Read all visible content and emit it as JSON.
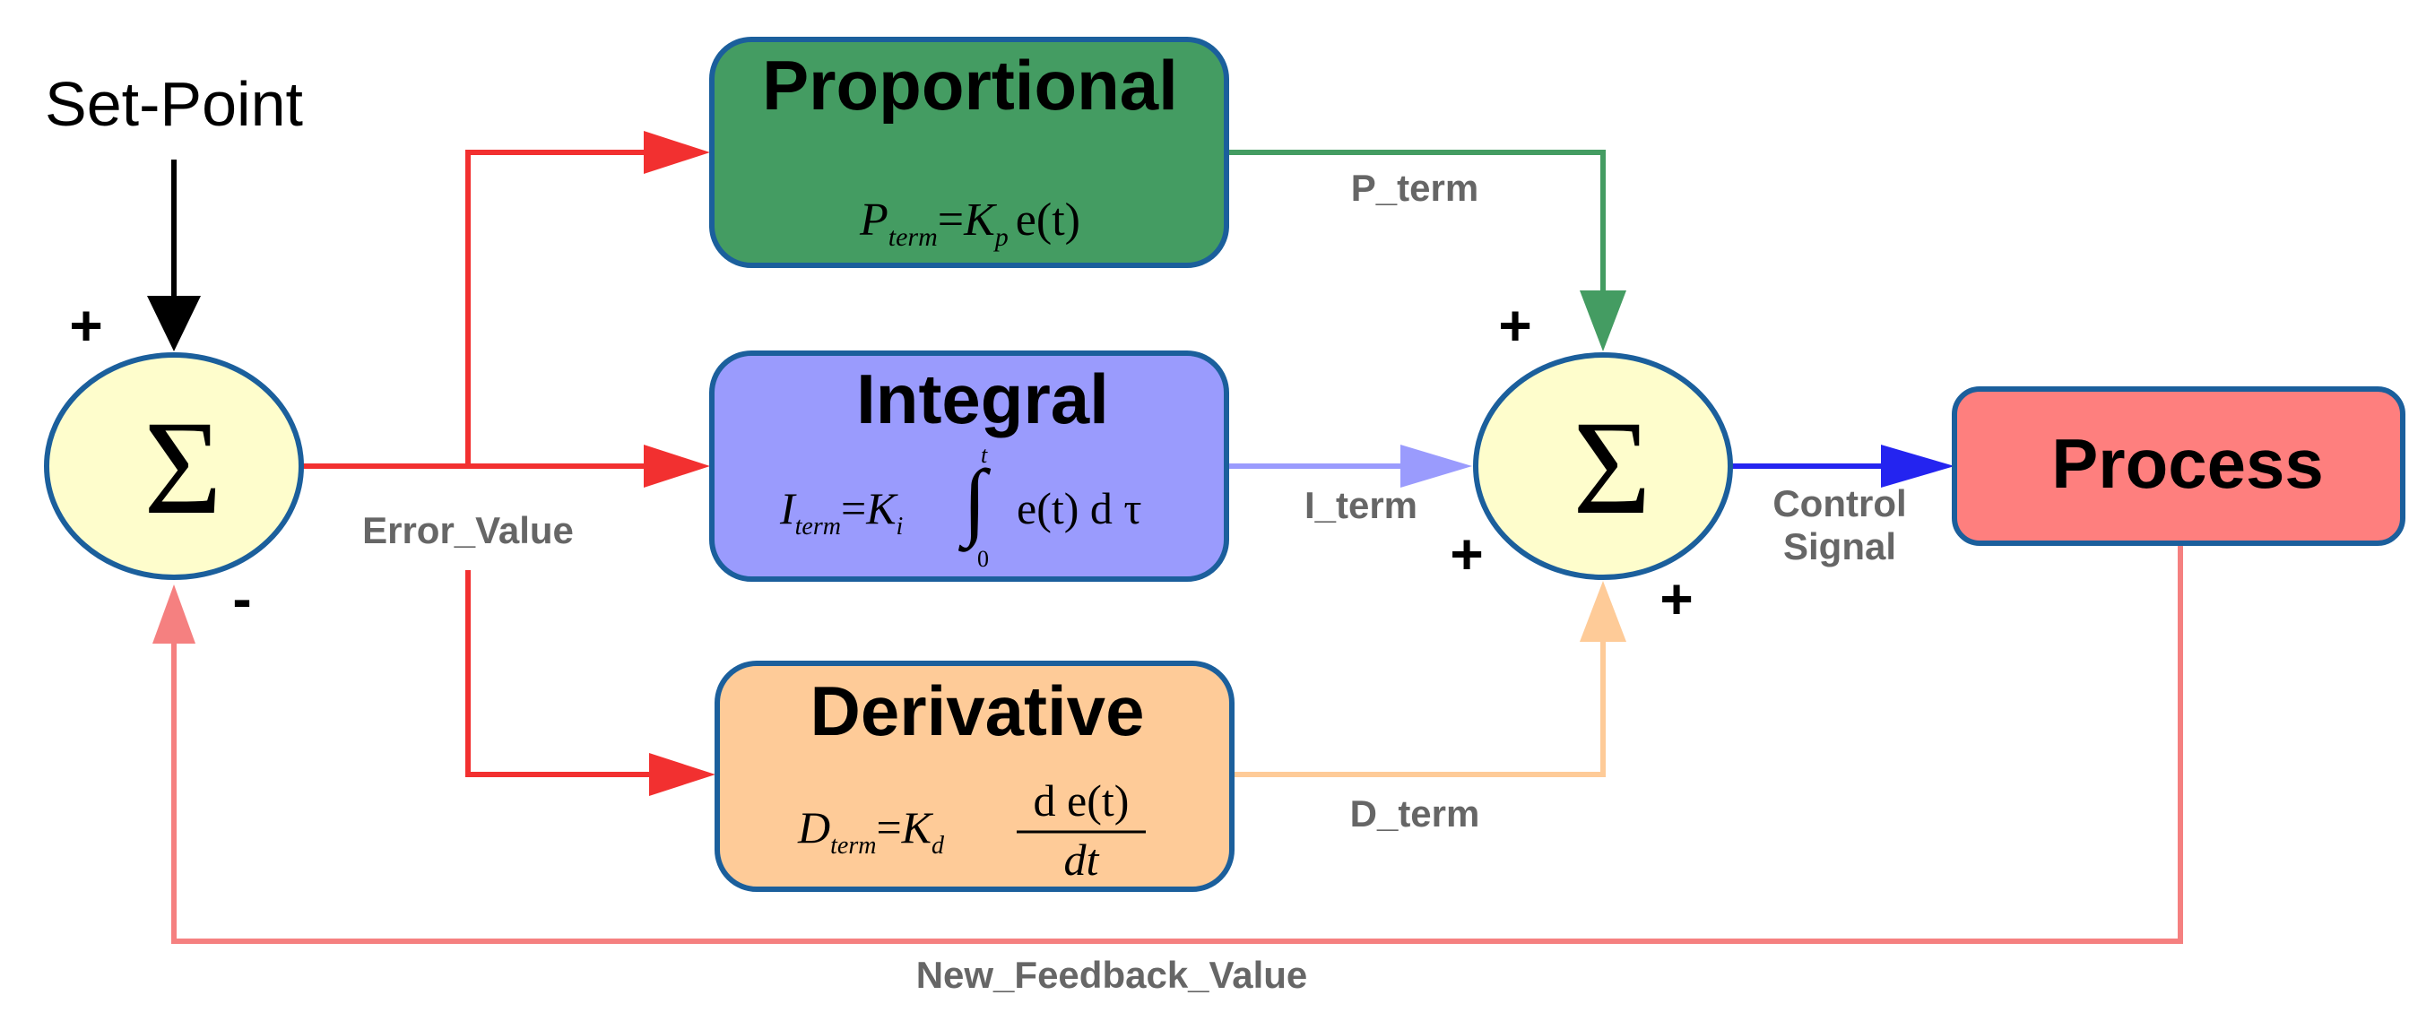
{
  "setpoint": {
    "label": "Set-Point"
  },
  "summer_left": {
    "symbol": "Σ",
    "plus": "+",
    "minus": "-"
  },
  "summer_right": {
    "symbol": "Σ",
    "plus_top": "+",
    "plus_left": "+",
    "plus_right": "+"
  },
  "blocks": {
    "proportional": {
      "title": "Proportional",
      "color": "#449c62",
      "eq": {
        "lhs": "P",
        "lhs_sub": "term",
        "eq": "=",
        "k": "K",
        "k_sub": "p",
        "rest": "e(t)"
      }
    },
    "integral": {
      "title": "Integral",
      "color": "#9a9bfd",
      "eq": {
        "lhs": "I",
        "lhs_sub": "term",
        "eq": "=",
        "k": "K",
        "k_sub": "i",
        "int_upper": "t",
        "int_lower": "0",
        "rest": "e(t) d τ"
      }
    },
    "derivative": {
      "title": "Derivative",
      "color": "#fecb98",
      "eq": {
        "lhs": "D",
        "lhs_sub": "term",
        "eq": "=",
        "k": "K",
        "k_sub": "d",
        "num": "d e(t)",
        "den": "dt"
      }
    },
    "process": {
      "title": "Process",
      "color": "#fe7f7e"
    }
  },
  "edges": {
    "error_value": "Error_Value",
    "p_term": "P_term",
    "i_term": "I_term",
    "d_term": "D_term",
    "control_line1": "Control",
    "control_line2": "Signal",
    "feedback": "New_Feedback_Value"
  },
  "colors": {
    "summer_fill": "#fefdcc",
    "outline": "#1b5f9c",
    "error_arrows": "#f23030",
    "p_arrow": "#449c62",
    "i_arrow": "#9a9bfd",
    "d_arrow": "#fecb98",
    "control_arrow": "#2424f0",
    "feedback_arrow": "#f58080",
    "setpoint_arrow": "#000000"
  }
}
